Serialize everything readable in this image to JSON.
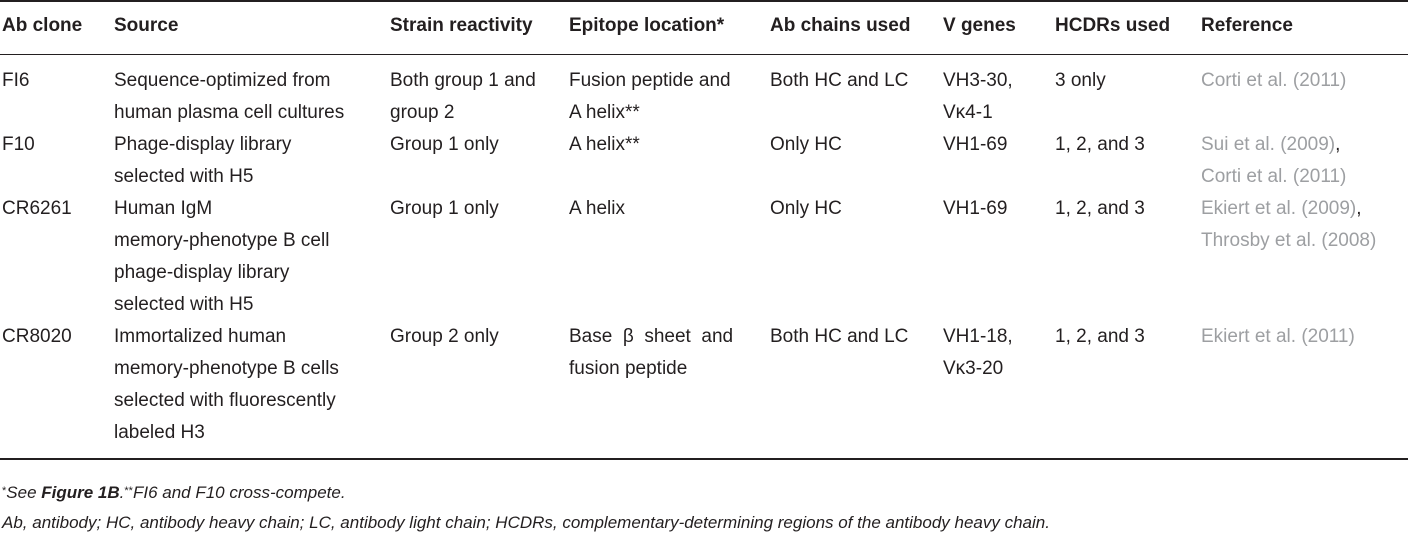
{
  "table": {
    "headers": [
      "Ab clone",
      "Source",
      "Strain reactivity",
      "Epitope location*",
      "Ab chains used",
      "V genes",
      "HCDRs used",
      "Reference"
    ],
    "rows": [
      {
        "clone": "FI6",
        "source": [
          "Sequence-optimized from",
          "human plasma cell cultures"
        ],
        "strain": [
          "Both group 1 and",
          "group 2"
        ],
        "epitope": [
          "Fusion peptide and",
          "A helix**"
        ],
        "chains": [
          "Both HC and LC"
        ],
        "vgenes": [
          "VH3-30,",
          "Vκ4-1"
        ],
        "hcdrs": [
          "3 only"
        ],
        "reference": [
          {
            "text": "Corti et al. (2011)",
            "sep": ""
          }
        ]
      },
      {
        "clone": "F10",
        "source": [
          "Phage-display library",
          "selected with H5"
        ],
        "strain": [
          "Group 1 only"
        ],
        "epitope": [
          "A helix**"
        ],
        "chains": [
          "Only HC"
        ],
        "vgenes": [
          "VH1-69"
        ],
        "hcdrs": [
          "1, 2, and 3"
        ],
        "reference": [
          {
            "text": "Sui et al. (2009)",
            "sep": ","
          },
          {
            "text": "Corti et al. (2011)",
            "sep": ""
          }
        ]
      },
      {
        "clone": "CR6261",
        "source": [
          "Human IgM",
          "memory-phenotype B cell",
          "phage-display library",
          "selected with H5"
        ],
        "strain": [
          "Group 1 only"
        ],
        "epitope": [
          "A helix"
        ],
        "chains": [
          "Only HC"
        ],
        "vgenes": [
          "VH1-69"
        ],
        "hcdrs": [
          "1, 2, and 3"
        ],
        "reference": [
          {
            "text": "Ekiert et al. (2009)",
            "sep": ","
          },
          {
            "text": "Throsby et al. (2008)",
            "sep": ""
          }
        ]
      },
      {
        "clone": "CR8020",
        "source": [
          "Immortalized human",
          "memory-phenotype B cells",
          "selected with fluorescently",
          "labeled H3"
        ],
        "strain": [
          "Group 2 only"
        ],
        "epitope": [
          "Base  β  sheet  and",
          "fusion peptide"
        ],
        "chains": [
          "Both HC and LC"
        ],
        "vgenes": [
          "VH1-18,",
          "Vκ3-20"
        ],
        "hcdrs": [
          "1, 2, and 3"
        ],
        "reference": [
          {
            "text": "Ekiert et al. (2011)",
            "sep": ""
          }
        ]
      }
    ]
  },
  "footnotes": {
    "mark1": "*",
    "see": "See ",
    "figure": "Figure 1B",
    "period": ".",
    "mark2": "**",
    "cross": "FI6 and F10 cross-compete.",
    "abbrev": "Ab, antibody; HC, antibody heavy chain; LC, antibody light chain; HCDRs, complementary-determining regions of the antibody heavy chain."
  },
  "colors": {
    "text": "#231f20",
    "reference_link": "#9d9fa2"
  }
}
